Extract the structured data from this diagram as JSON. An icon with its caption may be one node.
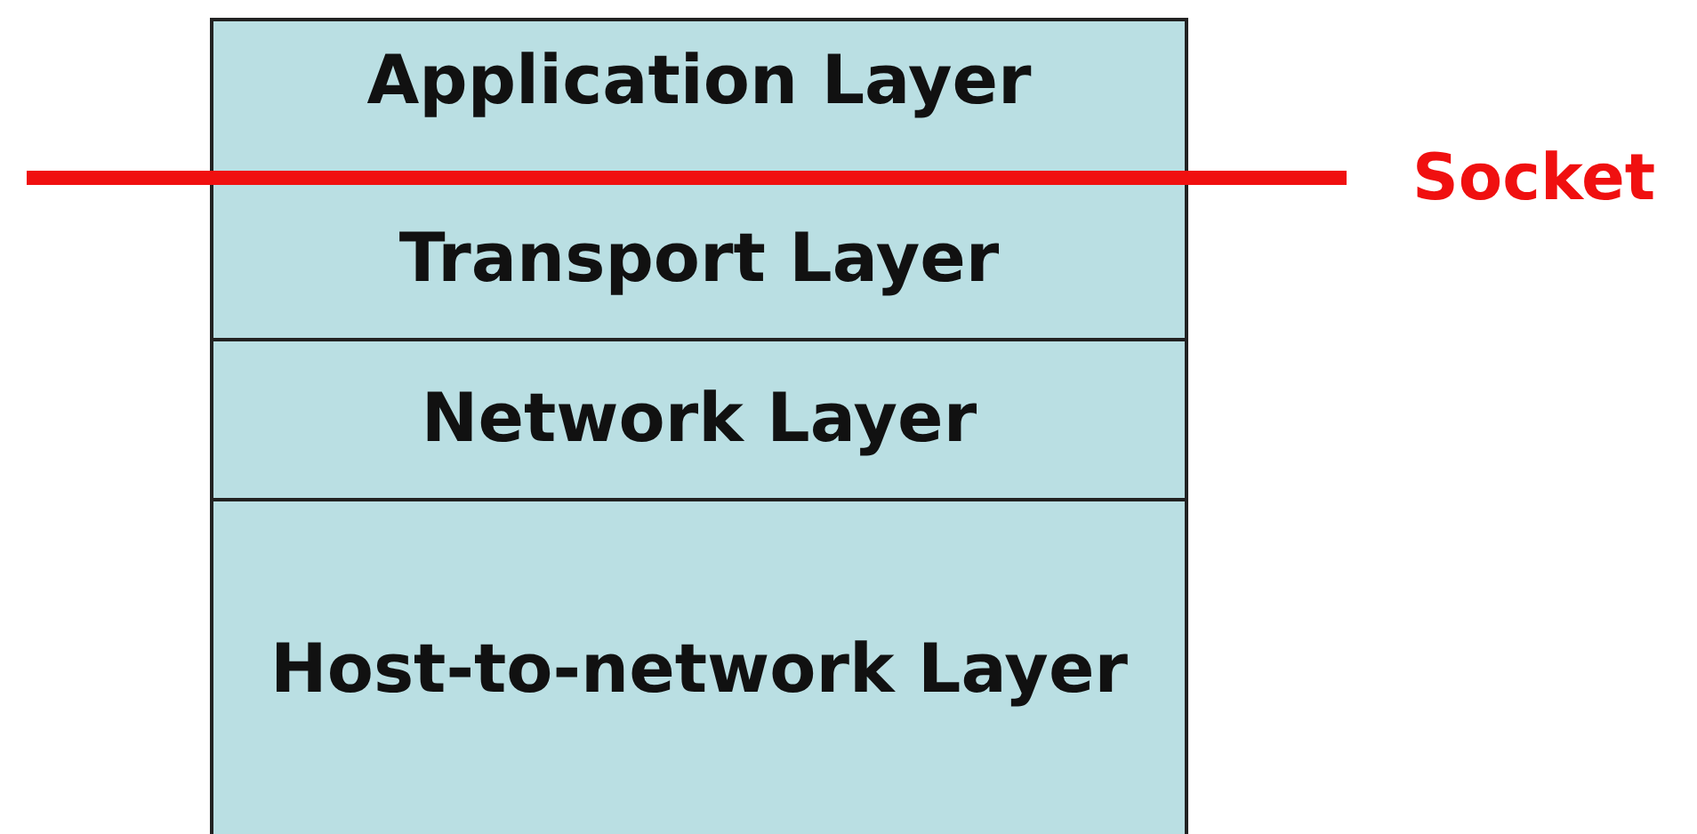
{
  "diagram": {
    "nodes": [
      {
        "text": [
          "Application Layer"
        ]
      },
      {
        "text": [
          "Transport Layer"
        ]
      },
      {
        "text": [
          "Network Layer"
        ]
      },
      {
        "text": [
          "Host-to-network Layer"
        ]
      }
    ],
    "labels": [
      "Socket"
    ]
  }
}
